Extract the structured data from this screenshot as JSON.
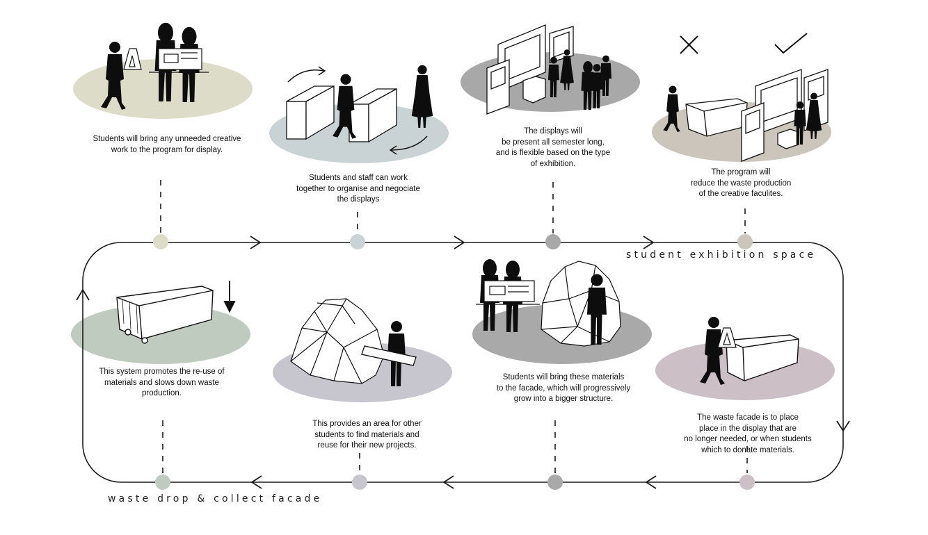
{
  "labels": {
    "top_track": "student exhibition space",
    "bottom_track": "waste drop & collect facade"
  },
  "steps_top": [
    {
      "text": "Students will bring any unneeded creative\nwork to the program for display.",
      "color": "#dcdcc8"
    },
    {
      "text": "Students and staff can work\ntogether to organise and negociate\nthe displays",
      "color": "#c9d3d6"
    },
    {
      "text": "The displays will\nbe present all semester long,\nand is flexible based on the type\nof exhibition.",
      "color": "#a8a8a8"
    },
    {
      "text": "The program will\nreduce the waste production\nof the creative faculites.",
      "color": "#cbc5bc"
    }
  ],
  "steps_bottom": [
    {
      "text": "This system promotes the re-use of\nmaterials and slows down waste\nproduction.",
      "color": "#bfcbbe"
    },
    {
      "text": "This provides an area for other\nstudents to find materials and\nreuse for their new projects.",
      "color": "#c7c6cf"
    },
    {
      "text": "Students will bring these materials\nto the facade, which will progressively\ngrow into a bigger structure.",
      "color": "#a9a9a9"
    },
    {
      "text": "The waste facade is to place\nplace in the display that are\nno longer needed, or when students\nwhich to donate materials.",
      "color": "#cdbfc6"
    }
  ],
  "icons": {
    "cross": "cross-icon",
    "check": "check-icon",
    "down_arrow": "down-arrow-icon"
  },
  "colors": {
    "line": "#1a1a1a",
    "silhouette": "#0d0d0d"
  }
}
